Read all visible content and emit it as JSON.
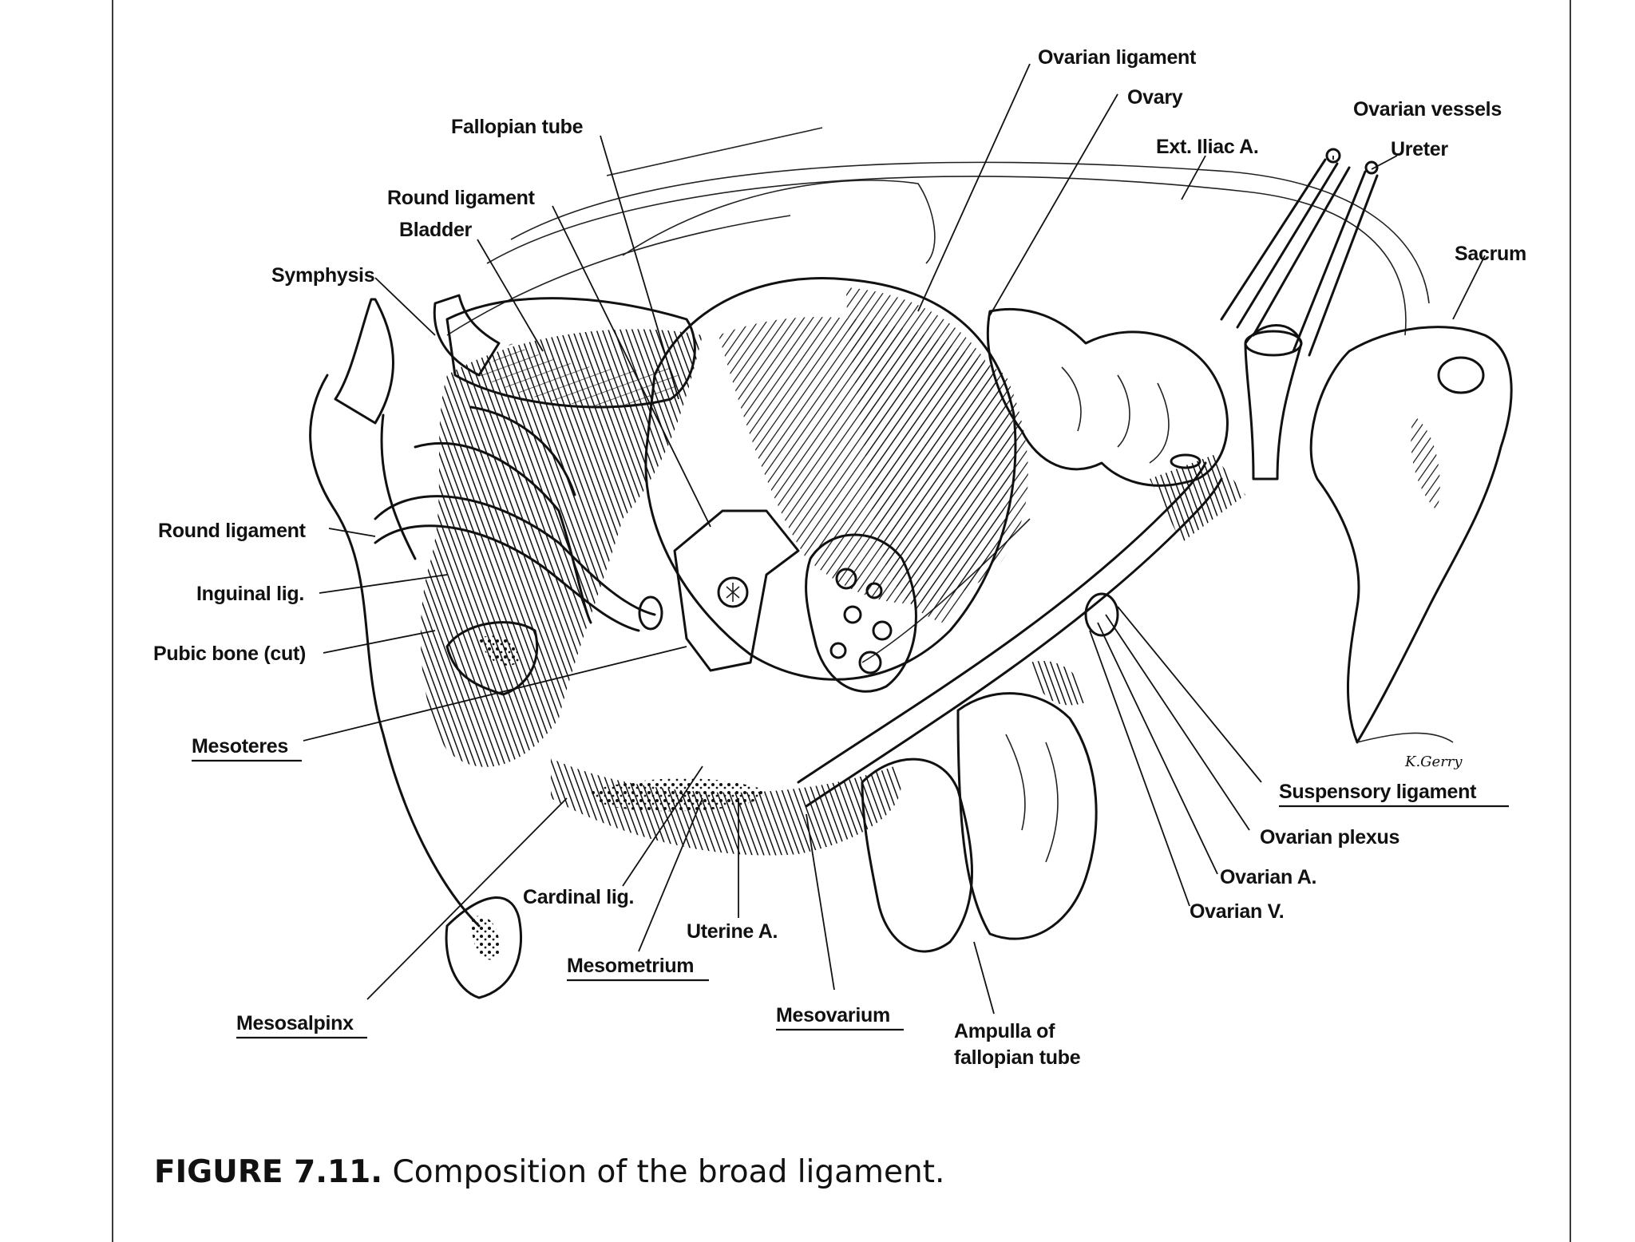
{
  "figure": {
    "caption_number": "FIGURE 7.11.",
    "caption_text": "Composition of the broad ligament.",
    "signature": "K.Gerry"
  },
  "labels": {
    "ovarian_ligament": "Ovarian ligament",
    "ovary": "Ovary",
    "ovarian_vessels": "Ovarian vessels",
    "fallopian_tube": "Fallopian tube",
    "ext_iliac_a": "Ext. Iliac A.",
    "ureter": "Ureter",
    "round_ligament_top": "Round ligament",
    "bladder": "Bladder",
    "symphysis": "Symphysis",
    "sacrum": "Sacrum",
    "round_ligament_left": "Round ligament",
    "inguinal_lig": "Inguinal lig.",
    "pubic_bone_cut": "Pubic bone (cut)",
    "mesoteres": "Mesoteres",
    "suspensory_ligament": "Suspensory ligament",
    "ovarian_plexus": "Ovarian plexus",
    "ovarian_a": "Ovarian A.",
    "ovarian_v": "Ovarian V.",
    "cardinal_lig": "Cardinal lig.",
    "uterine_a": "Uterine A.",
    "mesometrium": "Mesometrium",
    "mesovarium": "Mesovarium",
    "mesosalpinx": "Mesosalpinx",
    "ampulla_line1": "Ampulla of",
    "ampulla_line2": "fallopian tube"
  }
}
